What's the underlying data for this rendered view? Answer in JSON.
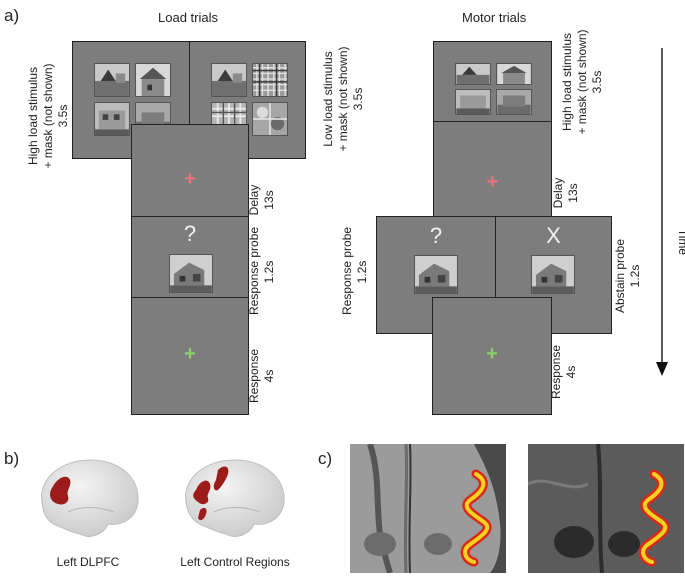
{
  "panels": {
    "a": "a)",
    "b": "b)",
    "c": "c)"
  },
  "load": {
    "title": "Load trials",
    "high_label": [
      "High load stimulus",
      "+ mask (not shown)",
      "3.5s"
    ],
    "low_label": [
      "Low load stimulus",
      "+ mask (not shown)",
      "3.5s"
    ],
    "delay_label": [
      "Delay",
      "13s"
    ],
    "probe_label": [
      "Response probe",
      "1.2s"
    ],
    "response_label": [
      "Response",
      "4s"
    ],
    "probe_symbol": "?",
    "fixation_symbol": "+"
  },
  "motor": {
    "title": "Motor trials",
    "high_label": [
      "High load stimulus",
      "+ mask (not shown)",
      "3.5s"
    ],
    "delay_label": [
      "Delay",
      "13s"
    ],
    "probe_label": [
      "Response probe",
      "1.2s"
    ],
    "abstain_label": [
      "Abstain probe",
      "1.2s"
    ],
    "response_label": [
      "Response",
      "4s"
    ],
    "probe_symbol": "?",
    "abstain_symbol": "X",
    "fixation_symbol": "+"
  },
  "time_label": "Time",
  "brains": {
    "left_dlpfc": "Left DLPFC",
    "left_control": "Left Control Regions"
  },
  "colors": {
    "screen": "#7d7d7d",
    "delay_cross": "#e8747c",
    "response_cross": "#8ccf6e",
    "roi": "#9c1c1c"
  }
}
